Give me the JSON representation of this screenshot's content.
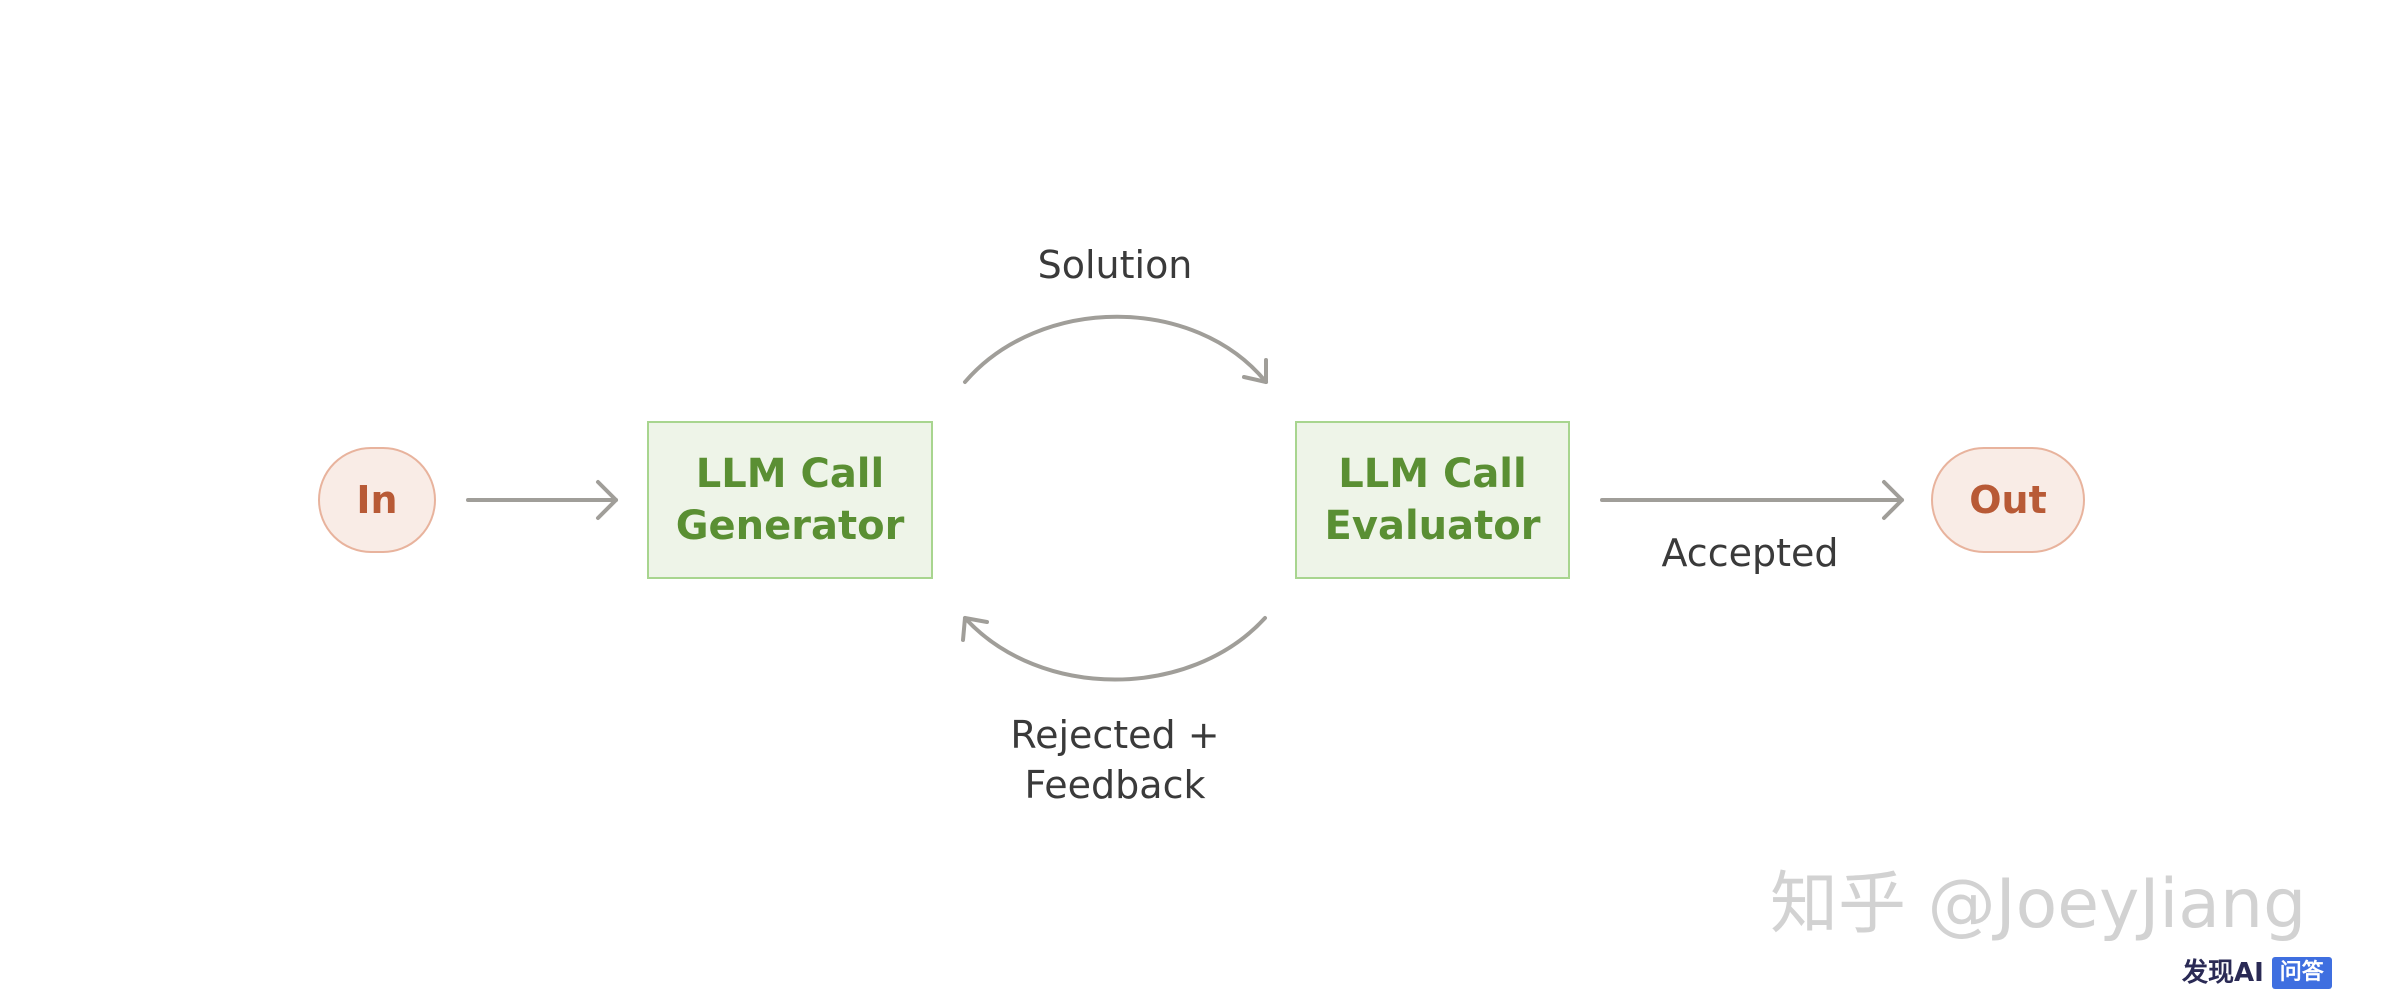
{
  "nodes": {
    "input": "In",
    "generator": {
      "line1": "LLM Call",
      "line2": "Generator"
    },
    "evaluator": {
      "line1": "LLM Call",
      "line2": "Evaluator"
    },
    "output": "Out"
  },
  "edges": {
    "solution": "Solution",
    "rejected_line1": "Rejected +",
    "rejected_line2": "Feedback",
    "accepted": "Accepted"
  },
  "watermark": "知乎 @JoeyJiang",
  "badge": {
    "logo": "发现AI",
    "tag": "问答"
  },
  "colors": {
    "arrow": "#a09e99",
    "io_fill": "#f9ece6",
    "io_border": "#e8b39d",
    "io_text": "#b85a36",
    "llm_fill": "#eef4e8",
    "llm_border": "#a8d58f",
    "llm_text": "#5a8f33"
  }
}
